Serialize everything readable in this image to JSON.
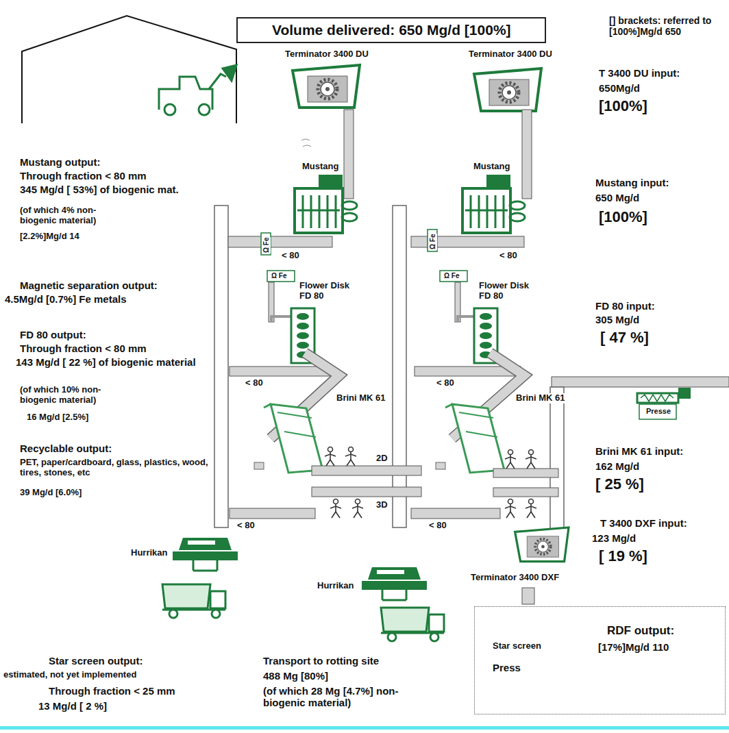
{
  "diagram": {
    "nodes": [
      {
        "text": [
          "Volume delivered: 650 Mg/d [100%]"
        ]
      },
      {
        "text": [
          "Star screen",
          "Press",
          "RDF output:",
          "[17%]Mg/d 110"
        ]
      }
    ],
    "labels": [
      "[] brackets: referred to [100%]Mg/d 650",
      "Terminator 3400 DU",
      "Terminator 3400 DU",
      "T 3400 DU input:",
      "650Mg/d",
      "[100%]",
      "Mustang output:",
      "Through fraction < 80 mm",
      "345 Mg/d [ 53%] of biogenic mat.",
      "Mustang",
      "Mustang",
      "Mustang input:",
      "650 Mg/d",
      "[100%]",
      "(of which 4% non-biogenic material)",
      "[2.2%]Mg/d 14",
      "Ω Fe",
      "Ω Fe",
      "< 80",
      "< 80",
      "Ω Fe",
      "Ω Fe",
      "Magnetic separation output:",
      "4.5Mg/d [0.7%] Fe metals",
      "Flower Disk FD 80",
      "Flower Disk FD 80",
      "FD 80 input:",
      "305 Mg/d",
      "[ 47 %]",
      "FD 80 output:",
      "Through fraction < 80 mm",
      "143 Mg/d [ 22 %] of biogenic material",
      "< 80",
      "< 80",
      "(of which 10% non-biogenic material)",
      "16 Mg/d [2.5%]",
      "Brini MK 61",
      "Brini MK 61",
      "Brini MK 61 input:",
      "162 Mg/d",
      "[ 25 %]",
      "Recyclable output:",
      "PET, paper/cardboard, glass, plastics, wood, tires, stones, etc",
      "2D",
      "3D",
      "39 Mg/d [6.0%]",
      "< 80",
      "< 80",
      "T 3400 DXF input:",
      "123 Mg/d",
      "[ 19 %]",
      "Hurrikan",
      "Hurrikan",
      "Terminator 3400 DXF",
      "Presse",
      "Star screen output:",
      "estimated, not yet implemented",
      "Through fraction < 25 mm",
      "13 Mg/d [ 2 %]",
      "Transport to rotting site",
      "488 Mg [80%]",
      "(of which 28 Mg [4.7%] non-biogenic material)"
    ]
  }
}
